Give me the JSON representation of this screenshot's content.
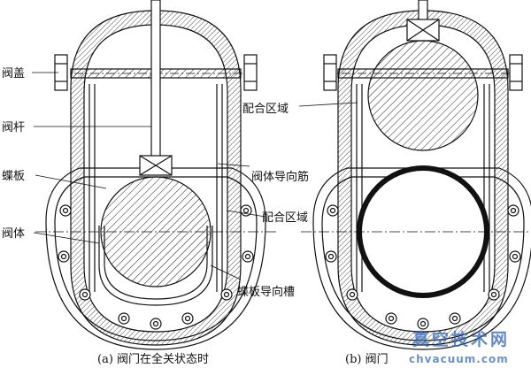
{
  "labels": {
    "cover": "阀盖",
    "stem": "阀杆",
    "disc": "蝶板",
    "body": "阀体",
    "mating_zone_left": "配合区域",
    "guide_rib": "阀体导向筋",
    "mating_zone_right": "配合区域",
    "disc_groove": "蝶板导向槽"
  },
  "captions": {
    "left": "(a) 阀门在全关状态时",
    "right": "(b) 阀门"
  },
  "watermark": {
    "text": "真空技术网",
    "url": "chvacuum.com"
  },
  "colors": {
    "line": "#111111",
    "watermark": "#2f64b3"
  }
}
